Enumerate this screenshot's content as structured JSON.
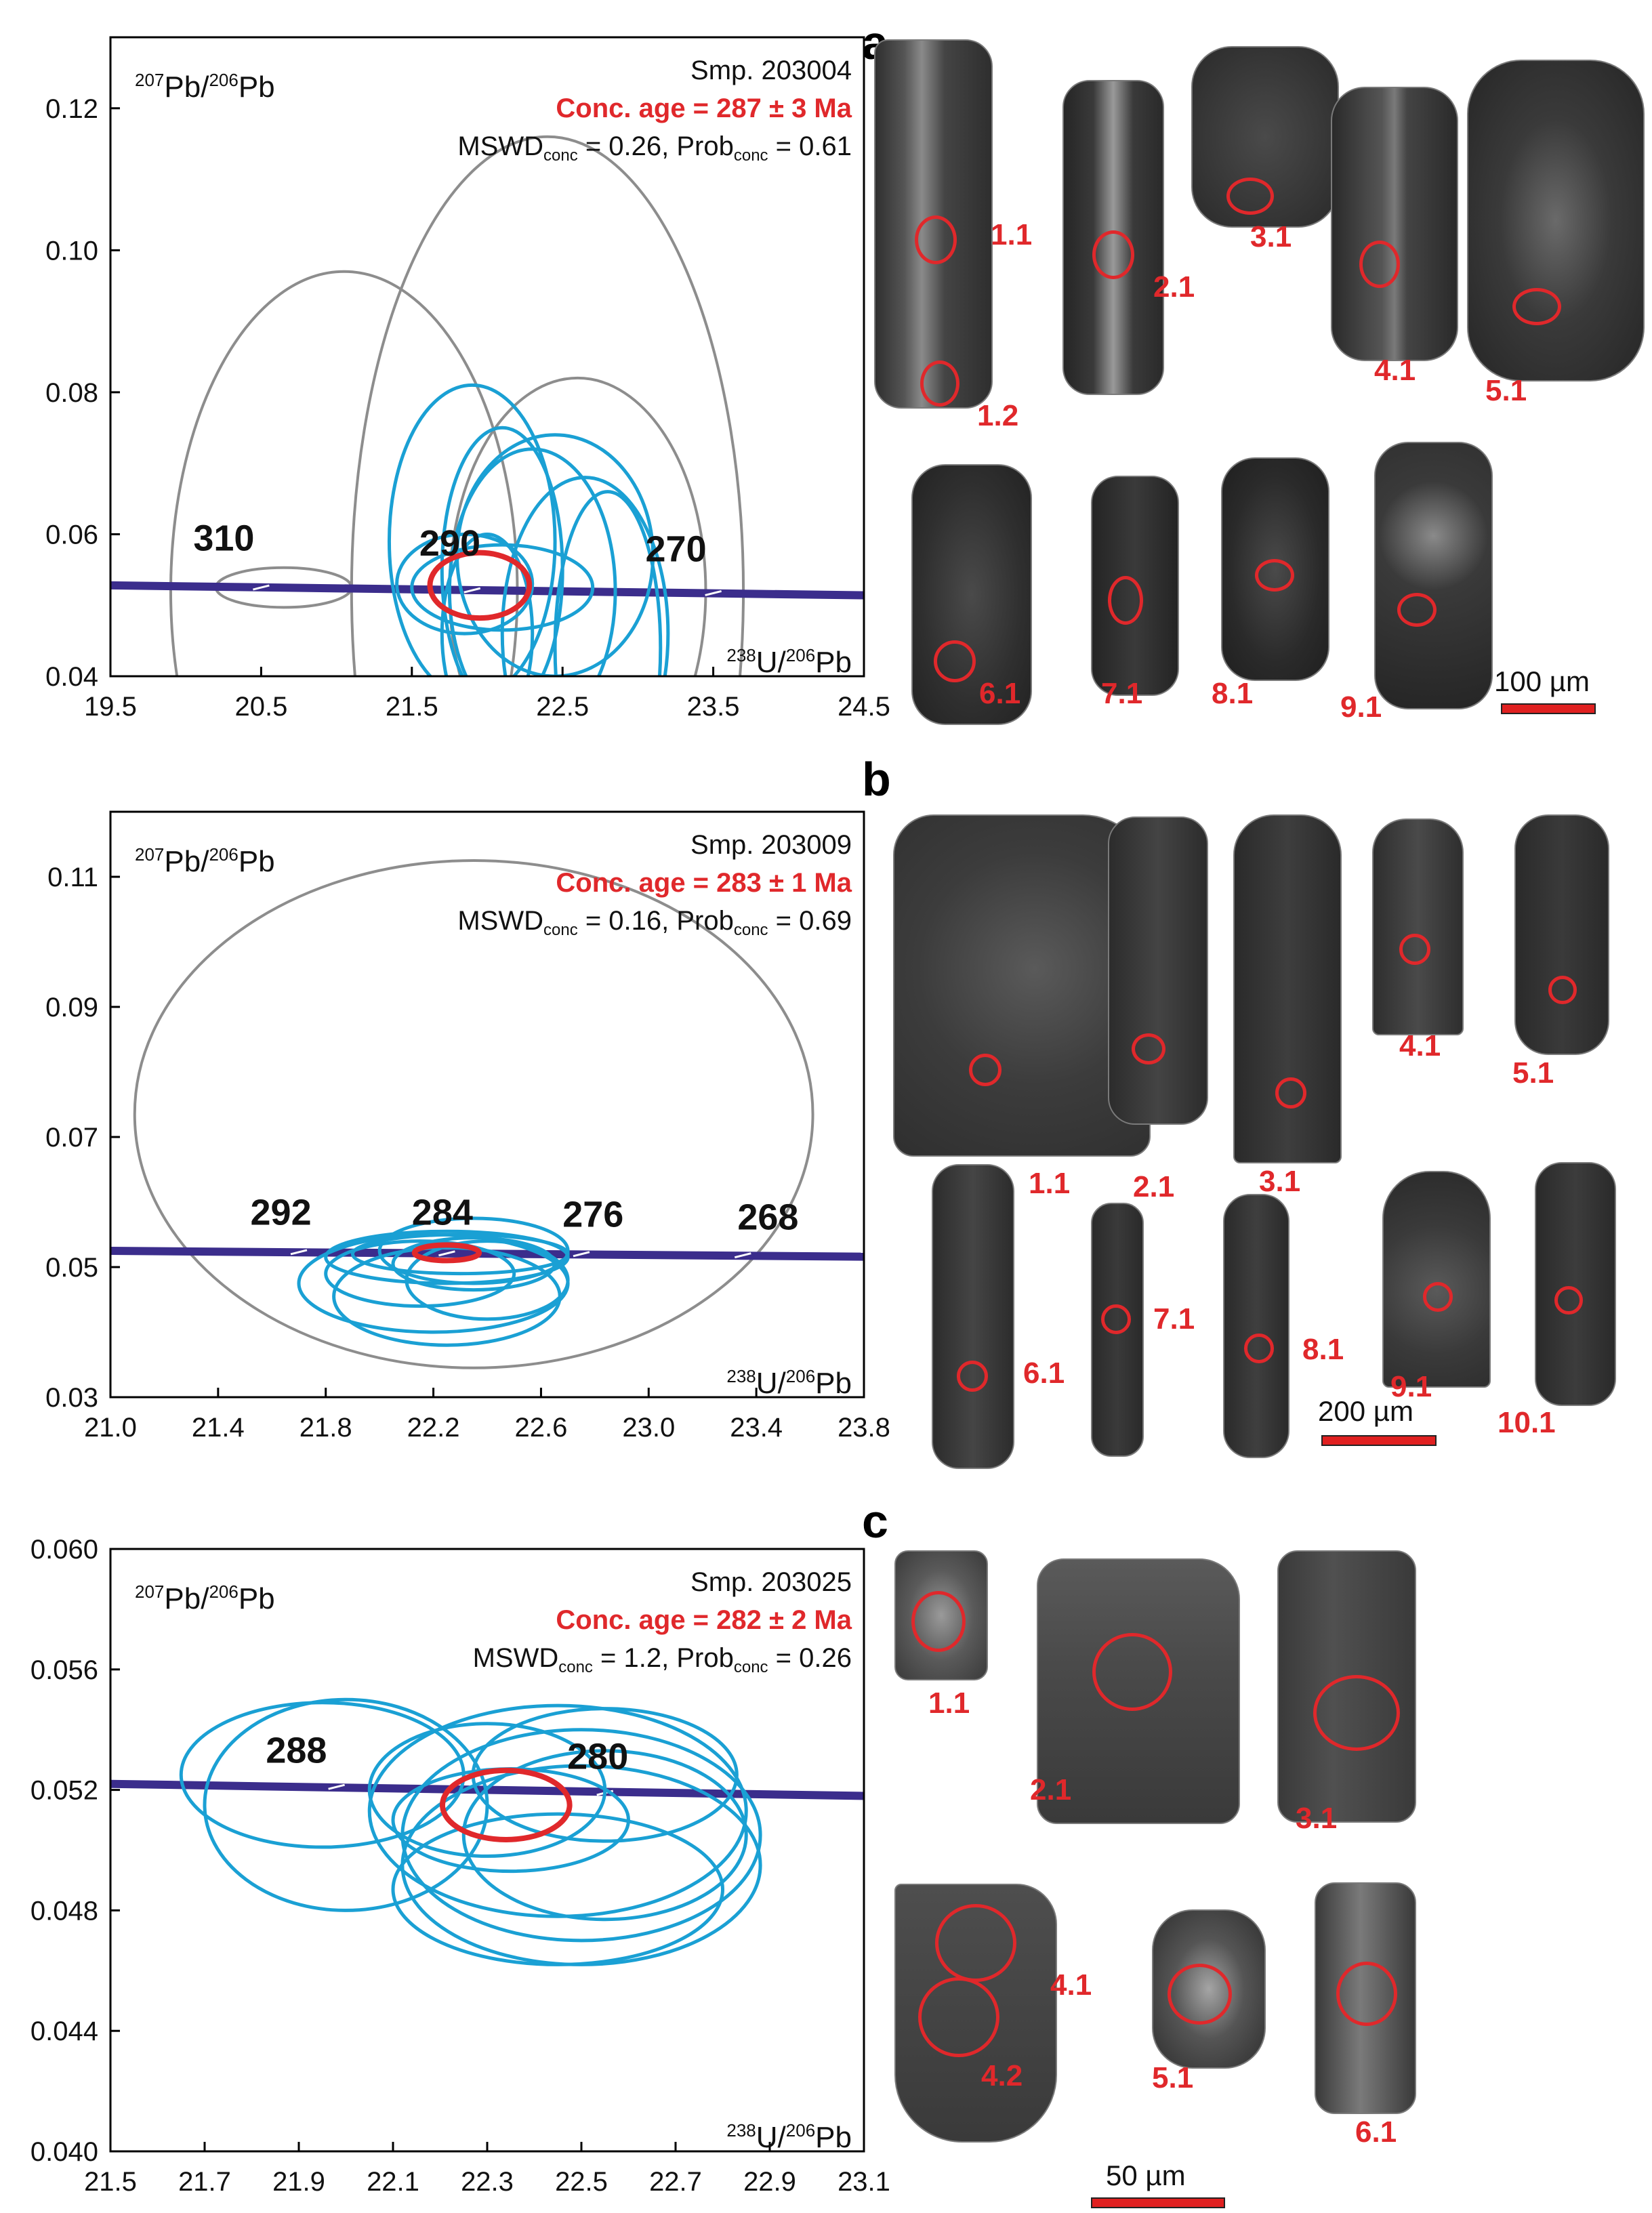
{
  "panels": [
    {
      "letter": "a",
      "chart_data": {
        "type": "scatter",
        "sample": "Smp. 203004",
        "conc_age": "Conc. age = 287 ± 3 Ma",
        "mswd_label": "MSWD",
        "mswd_sub": "conc",
        "mswd_value": " = 0.26, Prob",
        "prob_sub": "conc",
        "prob_value": " = 0.61",
        "ylabel": {
          "sup1": "207",
          "t1": "Pb/",
          "sup2": "206",
          "t2": "Pb"
        },
        "xlabel": {
          "sup1": "238",
          "t1": "U/",
          "sup2": "206",
          "t2": "Pb"
        },
        "xlim": [
          19.5,
          24.5
        ],
        "ylim": [
          0.04,
          0.13
        ],
        "xticks": [
          19.5,
          20.5,
          21.5,
          22.5,
          23.5,
          24.5
        ],
        "xtick_labels": [
          "19.5",
          "20.5",
          "21.5",
          "22.5",
          "23.5",
          "24.5"
        ],
        "yticks": [
          0.04,
          0.06,
          0.08,
          0.1,
          0.12
        ],
        "ytick_labels": [
          "0.04",
          "0.06",
          "0.08",
          "0.10",
          "0.12"
        ],
        "concordia": [
          [
            19.5,
            0.0528
          ],
          [
            24.5,
            0.0514
          ]
        ],
        "age_markers": [
          {
            "label": "310",
            "x": 20.5,
            "y": 0.0525
          },
          {
            "label": "290",
            "x": 21.9,
            "y": 0.0521
          },
          {
            "label": "270",
            "x": 23.5,
            "y": 0.0517
          }
        ],
        "age_labels": [
          {
            "label": "310",
            "x": 20.05,
            "y": 0.0577
          },
          {
            "label": "290",
            "x": 21.55,
            "y": 0.057
          },
          {
            "label": "270",
            "x": 23.05,
            "y": 0.0562
          }
        ],
        "ellipses_gray": [
          {
            "cx": 20.65,
            "cy": 0.0525,
            "rx": 0.45,
            "ry": 0.0028
          },
          {
            "cx": 21.05,
            "cy": 0.052,
            "rx": 1.15,
            "ry": 0.045
          },
          {
            "cx": 22.4,
            "cy": 0.052,
            "rx": 1.3,
            "ry": 0.064
          },
          {
            "cx": 22.6,
            "cy": 0.052,
            "rx": 0.85,
            "ry": 0.03
          }
        ],
        "ellipses_blue": [
          {
            "cx": 21.9,
            "cy": 0.059,
            "rx": 0.55,
            "ry": 0.022
          },
          {
            "cx": 22.1,
            "cy": 0.055,
            "rx": 0.4,
            "ry": 0.02
          },
          {
            "cx": 22.3,
            "cy": 0.052,
            "rx": 0.55,
            "ry": 0.02
          },
          {
            "cx": 22.45,
            "cy": 0.057,
            "rx": 0.65,
            "ry": 0.017
          },
          {
            "cx": 21.85,
            "cy": 0.053,
            "rx": 0.45,
            "ry": 0.007
          },
          {
            "cx": 22.1,
            "cy": 0.0525,
            "rx": 0.6,
            "ry": 0.006
          },
          {
            "cx": 22.0,
            "cy": 0.046,
            "rx": 0.3,
            "ry": 0.014
          },
          {
            "cx": 22.8,
            "cy": 0.044,
            "rx": 0.35,
            "ry": 0.022
          },
          {
            "cx": 22.65,
            "cy": 0.046,
            "rx": 0.55,
            "ry": 0.022
          }
        ],
        "ellipse_red": {
          "cx": 21.95,
          "cy": 0.0528,
          "rx": 0.33,
          "ry": 0.0046
        }
      },
      "grain_labels": [
        "1.1",
        "1.2",
        "2.1",
        "3.1",
        "4.1",
        "5.1",
        "6.1",
        "7.1",
        "8.1",
        "9.1"
      ],
      "scale": "100 µm"
    },
    {
      "letter": "b",
      "chart_data": {
        "type": "scatter",
        "sample": "Smp. 203009",
        "conc_age": "Conc. age = 283 ± 1 Ma",
        "mswd_label": "MSWD",
        "mswd_sub": "conc",
        "mswd_value": " = 0.16, Prob",
        "prob_sub": "conc",
        "prob_value": " = 0.69",
        "ylabel": {
          "sup1": "207",
          "t1": "Pb/",
          "sup2": "206",
          "t2": "Pb"
        },
        "xlabel": {
          "sup1": "238",
          "t1": "U/",
          "sup2": "206",
          "t2": "Pb"
        },
        "xlim": [
          21.0,
          23.8
        ],
        "ylim": [
          0.03,
          0.12
        ],
        "xticks": [
          21.0,
          21.4,
          21.8,
          22.2,
          22.6,
          23.0,
          23.4,
          23.8
        ],
        "xtick_labels": [
          "21.0",
          "21.4",
          "21.8",
          "22.2",
          "22.6",
          "23.0",
          "23.4",
          "23.8"
        ],
        "yticks": [
          0.03,
          0.05,
          0.07,
          0.09,
          0.11
        ],
        "ytick_labels": [
          "0.03",
          "0.05",
          "0.07",
          "0.09",
          "0.11"
        ],
        "concordia": [
          [
            21.0,
            0.0525
          ],
          [
            23.8,
            0.0516
          ]
        ],
        "age_markers": [
          {
            "label": "292",
            "x": 21.7,
            "y": 0.0523
          },
          {
            "label": "284",
            "x": 22.25,
            "y": 0.0521
          },
          {
            "label": "276",
            "x": 22.75,
            "y": 0.052
          },
          {
            "label": "268",
            "x": 23.35,
            "y": 0.0518
          }
        ],
        "age_labels": [
          {
            "label": "292",
            "x": 21.52,
            "y": 0.0565
          },
          {
            "label": "284",
            "x": 22.12,
            "y": 0.0565
          },
          {
            "label": "276",
            "x": 22.68,
            "y": 0.0562
          },
          {
            "label": "268",
            "x": 23.33,
            "y": 0.0558
          }
        ],
        "ellipses_gray": [
          {
            "cx": 22.35,
            "cy": 0.0735,
            "rx": 1.26,
            "ry": 0.039
          }
        ],
        "ellipses_blue": [
          {
            "cx": 22.25,
            "cy": 0.0515,
            "rx": 0.45,
            "ry": 0.004
          },
          {
            "cx": 22.35,
            "cy": 0.0525,
            "rx": 0.35,
            "ry": 0.005
          },
          {
            "cx": 22.3,
            "cy": 0.052,
            "rx": 0.4,
            "ry": 0.003
          },
          {
            "cx": 22.2,
            "cy": 0.0475,
            "rx": 0.5,
            "ry": 0.0075
          },
          {
            "cx": 22.25,
            "cy": 0.0455,
            "rx": 0.42,
            "ry": 0.0075
          },
          {
            "cx": 22.15,
            "cy": 0.049,
            "rx": 0.35,
            "ry": 0.005
          },
          {
            "cx": 22.35,
            "cy": 0.0505,
            "rx": 0.3,
            "ry": 0.004
          },
          {
            "cx": 22.4,
            "cy": 0.048,
            "rx": 0.3,
            "ry": 0.006
          }
        ],
        "ellipse_red": {
          "cx": 22.25,
          "cy": 0.0522,
          "rx": 0.12,
          "ry": 0.0012
        }
      },
      "grain_labels": [
        "1.1",
        "2.1",
        "3.1",
        "4.1",
        "5.1",
        "6.1",
        "7.1",
        "8.1",
        "9.1",
        "10.1"
      ],
      "scale": "200 µm"
    },
    {
      "letter": "c",
      "chart_data": {
        "type": "scatter",
        "sample": "Smp. 203025",
        "conc_age": "Conc. age = 282 ± 2 Ma",
        "mswd_label": "MSWD",
        "mswd_sub": "conc",
        "mswd_value": " = 1.2, Prob",
        "prob_sub": "conc",
        "prob_value": " = 0.26",
        "ylabel": {
          "sup1": "207",
          "t1": "Pb/",
          "sup2": "206",
          "t2": "Pb"
        },
        "xlabel": {
          "sup1": "238",
          "t1": "U/",
          "sup2": "206",
          "t2": "Pb"
        },
        "xlim": [
          21.5,
          23.1
        ],
        "ylim": [
          0.04,
          0.06
        ],
        "xticks": [
          21.5,
          21.7,
          21.9,
          22.1,
          22.3,
          22.5,
          22.7,
          22.9,
          23.1
        ],
        "xtick_labels": [
          "21.5",
          "21.7",
          "21.9",
          "22.1",
          "22.3",
          "22.5",
          "22.7",
          "22.9",
          "23.1"
        ],
        "yticks": [
          0.04,
          0.044,
          0.048,
          0.052,
          0.056,
          0.06
        ],
        "ytick_labels": [
          "0.040",
          "0.044",
          "0.048",
          "0.052",
          "0.056",
          "0.060"
        ],
        "concordia": [
          [
            21.5,
            0.0522
          ],
          [
            23.1,
            0.0518
          ]
        ],
        "age_markers": [
          {
            "label": "288",
            "x": 21.98,
            "y": 0.0521
          },
          {
            "label": "280",
            "x": 22.55,
            "y": 0.0519
          }
        ],
        "age_labels": [
          {
            "label": "288",
            "x": 21.83,
            "y": 0.0529
          },
          {
            "label": "280",
            "x": 22.47,
            "y": 0.0527
          }
        ],
        "ellipses_blue": [
          {
            "cx": 21.95,
            "cy": 0.0525,
            "rx": 0.3,
            "ry": 0.0024
          },
          {
            "cx": 22.0,
            "cy": 0.0515,
            "rx": 0.3,
            "ry": 0.0035
          },
          {
            "cx": 22.45,
            "cy": 0.0513,
            "rx": 0.4,
            "ry": 0.0035
          },
          {
            "cx": 22.5,
            "cy": 0.0505,
            "rx": 0.38,
            "ry": 0.0035
          },
          {
            "cx": 22.5,
            "cy": 0.0495,
            "rx": 0.38,
            "ry": 0.0033
          },
          {
            "cx": 22.45,
            "cy": 0.0487,
            "rx": 0.35,
            "ry": 0.0025
          },
          {
            "cx": 22.55,
            "cy": 0.0505,
            "rx": 0.3,
            "ry": 0.0028
          },
          {
            "cx": 22.3,
            "cy": 0.052,
            "rx": 0.25,
            "ry": 0.0022
          },
          {
            "cx": 22.55,
            "cy": 0.0525,
            "rx": 0.28,
            "ry": 0.0022
          },
          {
            "cx": 22.35,
            "cy": 0.051,
            "rx": 0.25,
            "ry": 0.0017
          }
        ],
        "ellipses_gray": [],
        "ellipse_red": {
          "cx": 22.34,
          "cy": 0.0515,
          "rx": 0.135,
          "ry": 0.00115
        }
      },
      "grain_labels": [
        "1.1",
        "2.1",
        "3.1",
        "4.1",
        "4.2",
        "5.1",
        "6.1"
      ],
      "scale": "50 µm"
    }
  ],
  "colors": {
    "concordia": "#3b2d8c",
    "blue": "#1aa0d4",
    "gray": "#8d8d8d",
    "red": "#e0282b",
    "grain": "#3c3c3c"
  }
}
